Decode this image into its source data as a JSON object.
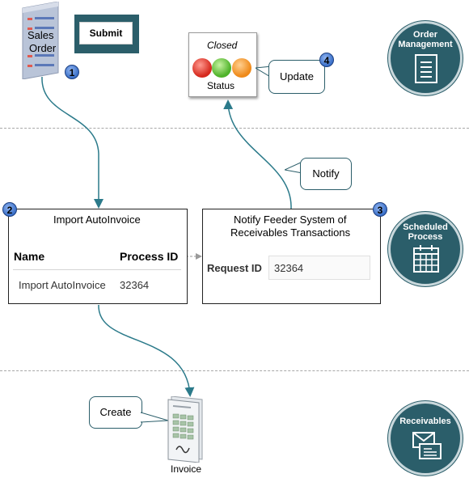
{
  "sales_order": {
    "label_line1": "Sales",
    "label_line2": "Order",
    "submit_label": "Submit"
  },
  "status_card": {
    "closed_label": "Closed",
    "status_label": "Status"
  },
  "callouts": {
    "update": "Update",
    "notify": "Notify",
    "create": "Create"
  },
  "badges": [
    "1",
    "2",
    "3",
    "4"
  ],
  "import_box": {
    "title": "Import AutoInvoice",
    "col_name": "Name",
    "col_process_id": "Process ID",
    "row_name": "Import AutoInvoice",
    "row_process_id": "32364"
  },
  "notify_box": {
    "title_line1": "Notify Feeder System of",
    "title_line2": "Receivables Transactions",
    "request_id_label": "Request ID",
    "request_id_value": "32364"
  },
  "invoice_label": "Invoice",
  "lanes": {
    "order_management_line1": "Order",
    "order_management_line2": "Management",
    "scheduled_process_line1": "Scheduled",
    "scheduled_process_line2": "Process",
    "receivables": "Receivables"
  },
  "colors": {
    "teal": "#2b5e6a",
    "badge_blue": "#3a6fc8",
    "status_red": "#d62a1e",
    "status_green": "#4fb32a",
    "status_orange": "#ef8a1a"
  }
}
